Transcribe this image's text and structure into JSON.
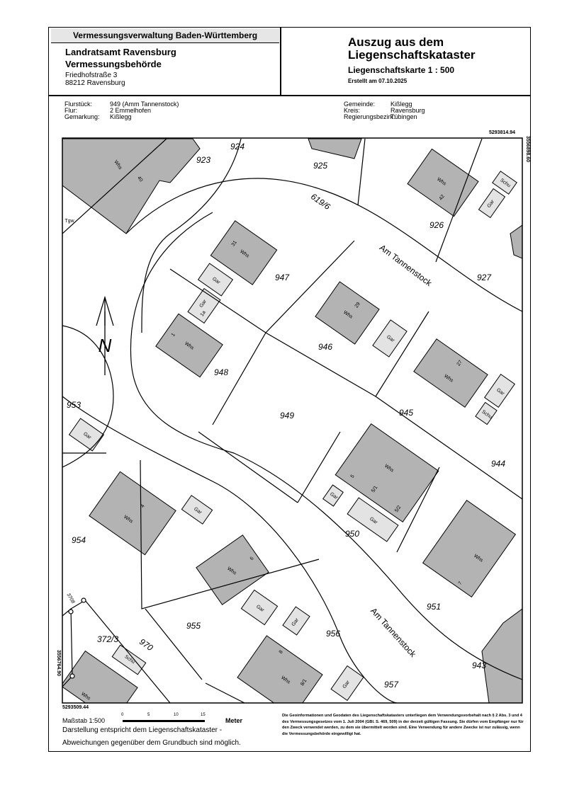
{
  "header": {
    "organization": "Vermessungsverwaltung Baden-Württemberg",
    "office_line1": "Landratsamt Ravensburg",
    "office_line2": "Vermessungsbehörde",
    "street": "Friedhofstraße 3",
    "city": "88212 Ravensburg",
    "title_line1": "Auszug aus dem",
    "title_line2": "Liegenschaftskataster",
    "subtitle": "Liegenschaftskarte 1 : 500",
    "created": "Erstellt am 07.10.2025"
  },
  "info": {
    "flurstueck_label": "Flurstück:",
    "flurstueck_value": "949 (Amm Tannenstock)",
    "flur_label": "Flur:",
    "flur_value": "2 Emmelhofen",
    "gemarkung_label": "Gemarkung:",
    "gemarkung_value": "Kißlegg",
    "gemeinde_label": "Gemeinde:",
    "gemeinde_value": "Kißlegg",
    "kreis_label": "Kreis:",
    "kreis_value": "Ravensburg",
    "bezirk_label": "Regierungsbezirk:",
    "bezirk_value": "Tübingen"
  },
  "coordinates": {
    "top_right_north": "5293814.94",
    "top_right_east": "3556898.60",
    "bottom_left_north": "5293509.44",
    "bottom_left_east": "3556764.90"
  },
  "map": {
    "parcels": [
      "923",
      "924",
      "925",
      "619/6",
      "926",
      "927",
      "947",
      "946",
      "948",
      "949",
      "945",
      "944",
      "953",
      "954",
      "950",
      "951",
      "955",
      "956",
      "957",
      "943",
      "970",
      "372/3",
      "3708"
    ],
    "streets": [
      "Am Tannenstock",
      "Am Tannenstock"
    ],
    "buildings": [
      "Whs",
      "40",
      "Tgw",
      "Whs",
      "42",
      "Schu",
      "Gar",
      "Whs",
      "31",
      "Gar",
      "Gar",
      "1a",
      "Whs",
      "1",
      "Whs",
      "29",
      "Gar",
      "Whs",
      "27",
      "Gar",
      "Schu",
      "Gar",
      "Whs",
      "5",
      "5/1",
      "5/2",
      "Gar",
      "Gar",
      "Whs",
      "4",
      "Gar",
      "Whs",
      "7",
      "Whs",
      "6",
      "Gar",
      "Gar",
      "Whs",
      "8",
      "8/1",
      "Gar",
      "Schu",
      "Whs"
    ],
    "north_arrow": "N"
  },
  "footer": {
    "scale_label": "Maßstab 1:500",
    "scale_ticks": [
      "0",
      "5",
      "10",
      "15"
    ],
    "scale_unit": "Meter",
    "note_line1": "Darstellung entspricht dem Liegenschaftskataster -",
    "note_line2": "Abweichungen gegenüber dem Grundbuch sind möglich.",
    "disclaimer": "Die Geoinformationen und Geodaten des Liegenschaftskatasters unterliegen dem Verwendungsvorbehalt nach § 2 Abs. 3 und 4 des Vermessungsgesetzes vom 1. Juli 2004 (GBl. S. 469, 509) in der derzeit gültigen Fassung. Sie dürfen vom Empfänger nur für den Zweck verwendet werden, zu dem sie übermittelt worden sind. Eine Verwendung für andere Zwecke ist nur zulässig, wenn die Vermessungsbehörde eingewilligt hat."
  }
}
